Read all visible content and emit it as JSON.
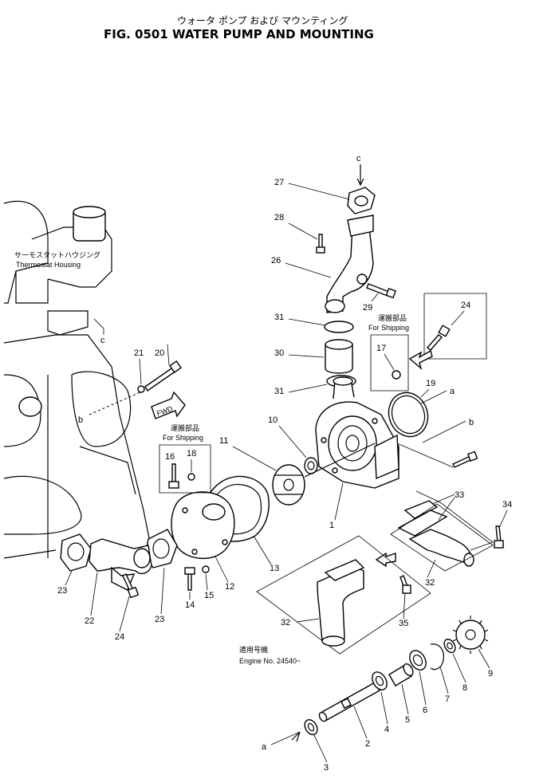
{
  "header": {
    "subtitle_jp": "ウォータ ポンプ および マウンティング",
    "title": "FIG. 0501  WATER PUMP AND MOUNTING"
  },
  "notes": {
    "thermostat_jp": "サーモスタットハウジング",
    "thermostat_en": "Thermostat Housing",
    "shipping_jp": "運搬部品",
    "shipping_en": "For Shipping",
    "engine_jp": "適用号機",
    "engine_en": "Engine  No.  24540~",
    "fwd": "FWD"
  },
  "refs": {
    "a": "a",
    "b": "b",
    "c": "c"
  },
  "callouts": {
    "n1": "1",
    "n2": "2",
    "n3": "3",
    "n4": "4",
    "n5": "5",
    "n6": "6",
    "n7": "7",
    "n8": "8",
    "n9": "9",
    "n10": "10",
    "n11": "11",
    "n12": "12",
    "n13": "13",
    "n14": "14",
    "n15": "15",
    "n16": "16",
    "n17": "17",
    "n18": "18",
    "n19": "19",
    "n20": "20",
    "n21": "21",
    "n22": "22",
    "n23a": "23",
    "n23b": "23",
    "n24a": "24",
    "n24b": "24",
    "n26": "26",
    "n27": "27",
    "n28": "28",
    "n29": "29",
    "n30": "30",
    "n31a": "31",
    "n31b": "31",
    "n32a": "32",
    "n32b": "32",
    "n33": "33",
    "n34": "34",
    "n35": "35"
  }
}
